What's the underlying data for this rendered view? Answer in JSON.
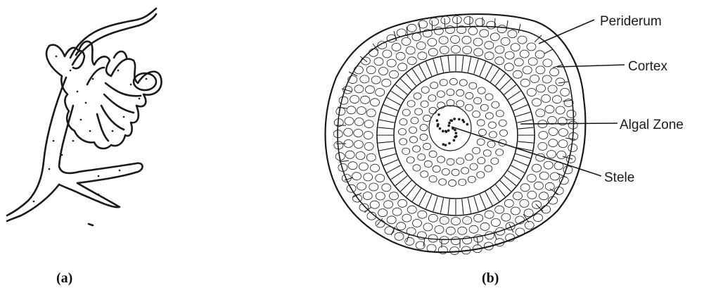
{
  "panels": {
    "a": {
      "caption": "(a)"
    },
    "b": {
      "caption": "(b)",
      "labels": {
        "periderm": "Periderum",
        "cortex": "Cortex",
        "algal_zone": "Algal Zone",
        "stele": "Stele"
      }
    }
  },
  "colors": {
    "ink": "#1a1a1a",
    "background": "#ffffff"
  }
}
